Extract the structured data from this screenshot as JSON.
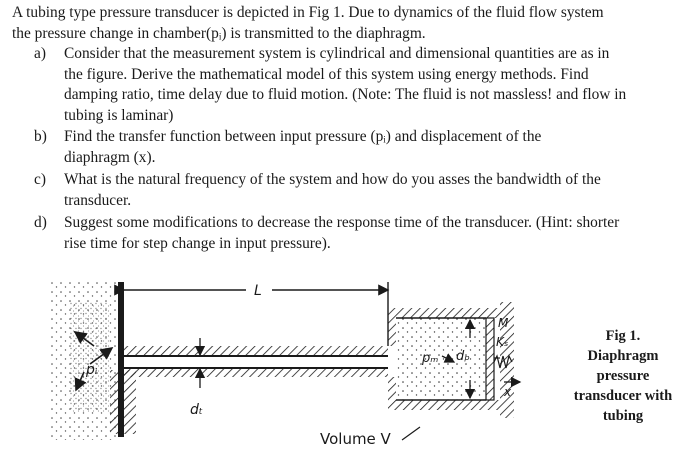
{
  "document": {
    "intro_line1": "A tubing type pressure transducer is depicted in Fig 1. Due to dynamics of the fluid flow system",
    "intro_line2": "the pressure change in chamber(pᵢ) is transmitted to the diaphragm.",
    "questions": [
      {
        "label": "a)",
        "lines": [
          "Consider that the measurement system is cylindrical and dimensional quantities are as in",
          "the figure. Derive the mathematical model of this system using energy methods. Find",
          "damping ratio, time delay due to fluid motion. (Note: The fluid is not massless! and flow in",
          "tubing is laminar)"
        ]
      },
      {
        "label": "b)",
        "lines": [
          "Find the transfer function between input pressure (pᵢ) and displacement of the",
          "diaphragm (x)."
        ]
      },
      {
        "label": "c)",
        "lines": [
          "What is the natural frequency of the system and how do you asses the bandwidth of the",
          "transducer."
        ]
      },
      {
        "label": "d)",
        "lines": [
          "Suggest some modifications to decrease the response time of the transducer. (Hint: shorter",
          "rise time for step change in input pressure)."
        ]
      }
    ]
  },
  "figure": {
    "labels": {
      "length": "L",
      "pressure_in": "pᵢ",
      "tube_diameter": "dₜ",
      "chamber_pressure": "pₘ",
      "diaphragm_diameter": "dₚ",
      "mass": "M",
      "spring": "Kₛ",
      "displacement": "x",
      "volume": "Volume V"
    },
    "caption": [
      "Fig 1.",
      "Diaphragm",
      "pressure",
      "transducer with",
      "tubing"
    ]
  },
  "colors": {
    "ink": "#1a1a1a",
    "background": "#ffffff"
  }
}
